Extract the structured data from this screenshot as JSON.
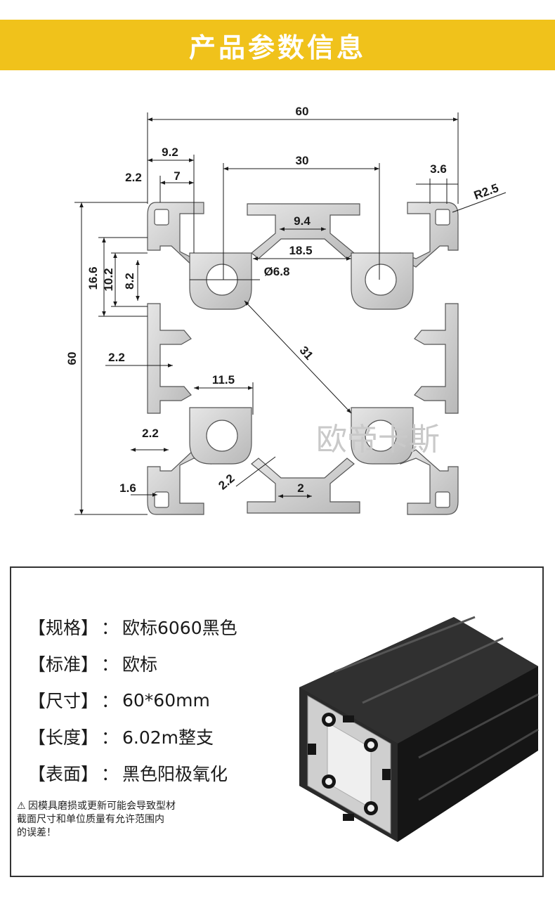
{
  "header": {
    "title": "产品参数信息"
  },
  "drawing": {
    "dimensions": {
      "overall_width": "60",
      "overall_height": "60",
      "d_9_2": "9.2",
      "d_2_2_top": "2.2",
      "d_7": "7",
      "d_30": "30",
      "d_3_6": "3.6",
      "d_r2_5": "R2.5",
      "d_9_4": "9.4",
      "d_18_5": "18.5",
      "d_16_6": "16.6",
      "d_10_2": "10.2",
      "d_8_2": "8.2",
      "d_hole": "Ø6.8",
      "d_2_2_left": "2.2",
      "d_31": "31",
      "d_11_5": "11.5",
      "d_2_2_bottom": "2.2",
      "d_1_6": "1.6",
      "d_2_2_diag": "2.2",
      "d_2": "2"
    },
    "watermark": "欧帝卡斯"
  },
  "specs": [
    {
      "label": "【规格】",
      "colon": "：",
      "value": "欧标6060黑色"
    },
    {
      "label": "【标准】",
      "colon": "：",
      "value": "欧标"
    },
    {
      "label": "【尺寸】",
      "colon": "：",
      "value": "60*60mm"
    },
    {
      "label": "【长度】",
      "colon": "：",
      "value": "6.02m整支"
    },
    {
      "label": "【表面】",
      "colon": "：",
      "value": "黑色阳极氧化"
    }
  ],
  "notice": {
    "icon": "warning-icon",
    "lines": [
      "因模具磨损或更新可能会导致型材",
      "截面尺寸和单位质量有允许范围内",
      "的误差！"
    ]
  },
  "colors": {
    "banner": "#f0c21b",
    "profile_fill": "#cfcfcf",
    "profile_black": "#141414"
  }
}
